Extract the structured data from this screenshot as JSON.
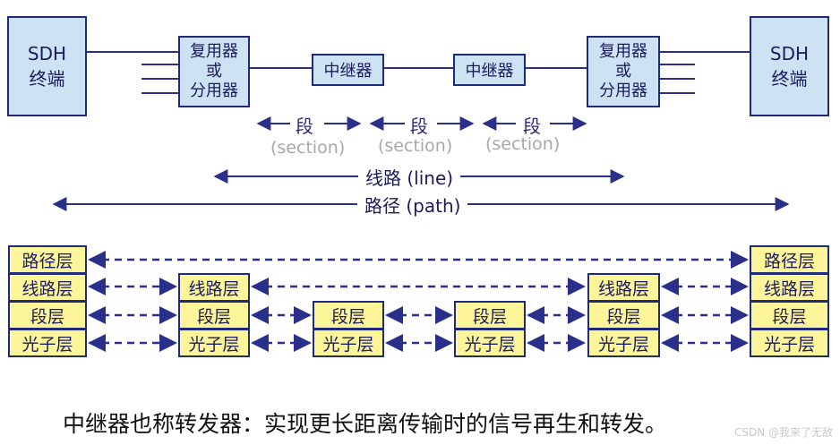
{
  "top": {
    "sdh_left": "SDH\n终端",
    "sdh_right": "SDH\n终端",
    "mux_left": "复用器\n或\n分用器",
    "mux_right": "复用器\n或\n分用器",
    "repeater_1": "中继器",
    "repeater_2": "中继器"
  },
  "segments": [
    {
      "label": "段",
      "sub": "(section)"
    },
    {
      "label": "段",
      "sub": "(section)"
    },
    {
      "label": "段",
      "sub": "(section)"
    }
  ],
  "line_label": "线路 (line)",
  "path_label": "路径 (path)",
  "layers": {
    "path": "路径层",
    "line": "线路层",
    "section": "段层",
    "photon": "光子层"
  },
  "caption": "中继器也称转发器：实现更长距离传输时的信号再生和转发。",
  "watermark": "CSDN @我来了无敌",
  "colors": {
    "box_fill": "#cde3f3",
    "layer_fill": "#fdf59a",
    "stroke": "#1f2a7a"
  }
}
